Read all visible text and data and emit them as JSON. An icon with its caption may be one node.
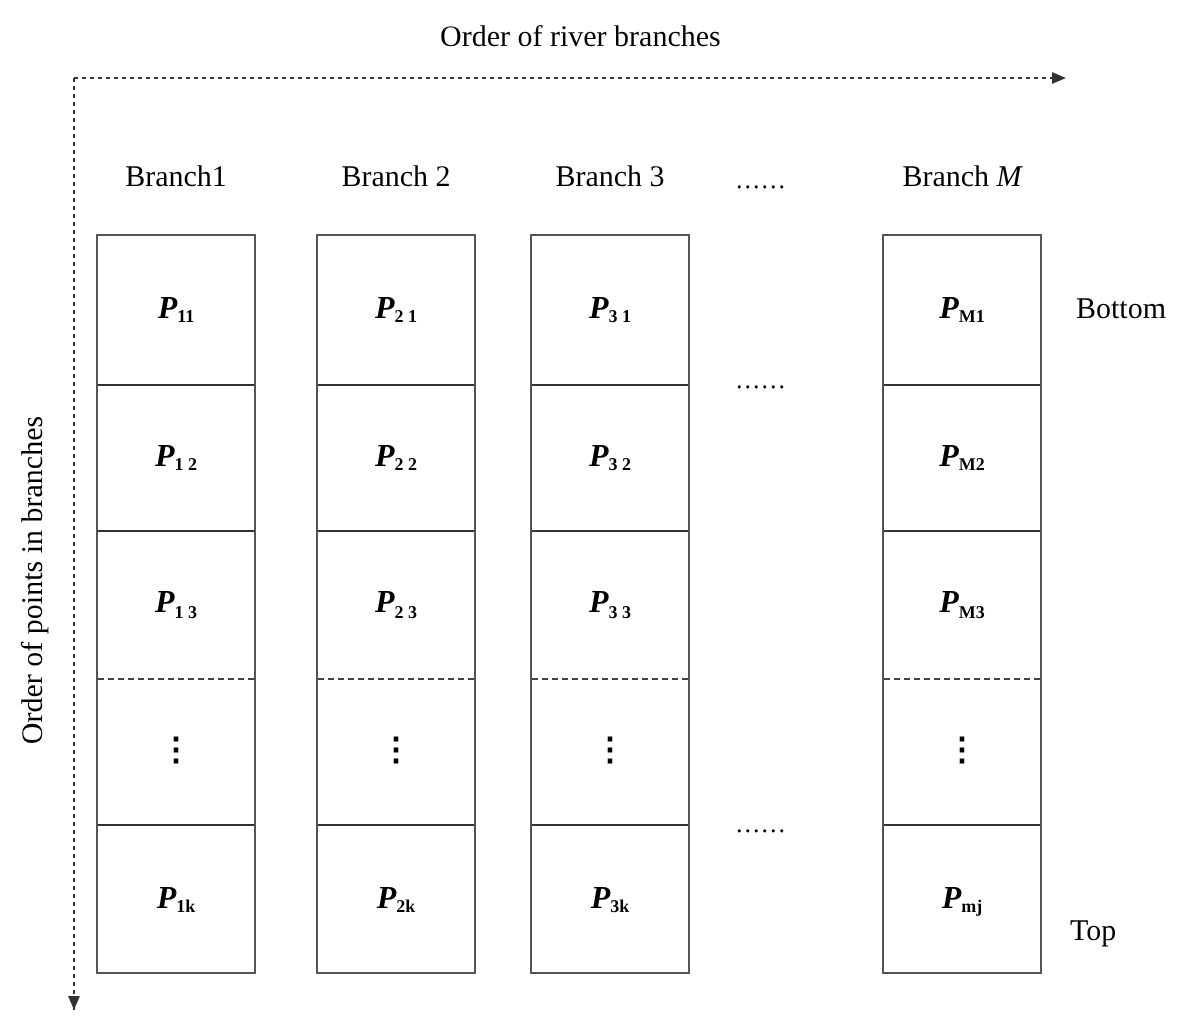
{
  "diagram": {
    "nodes": [
      {
        "text": [
          "Branch1"
        ]
      },
      {
        "text": [
          "*P*$_{11}$"
        ],
        "in": 0
      },
      {
        "text": [
          "*P*$_{1 2}$"
        ],
        "in": 0
      },
      {
        "text": [
          "*P*$_{1 3}$"
        ],
        "in": 0
      },
      {
        "text": [
          "⋮"
        ],
        "in": 0
      },
      {
        "text": [
          "*P*$_{1k}$"
        ],
        "in": 0
      },
      {
        "text": [
          "Branch 2"
        ]
      },
      {
        "text": [
          "*P*$_{2 1}$"
        ],
        "in": 6
      },
      {
        "text": [
          "*P*$_{2 2}$"
        ],
        "in": 6
      },
      {
        "text": [
          "*P*$_{2 3}$"
        ],
        "in": 6
      },
      {
        "text": [
          "⋮"
        ],
        "in": 6
      },
      {
        "text": [
          "*P*$_{2k}$"
        ],
        "in": 6
      },
      {
        "text": [
          "Branch 3"
        ]
      },
      {
        "text": [
          "*P*$_{3 1}$"
        ],
        "in": 12
      },
      {
        "text": [
          "*P*$_{3 2}$"
        ],
        "in": 12
      },
      {
        "text": [
          "*P*$_{3 3}$"
        ],
        "in": 12
      },
      {
        "text": [
          "⋮"
        ],
        "in": 12
      },
      {
        "text": [
          "*P*$_{3k}$"
        ],
        "in": 12
      },
      {
        "text": [
          "Branch *M*"
        ]
      },
      {
        "text": [
          "*P*$_{M1}$"
        ],
        "in": 18
      },
      {
        "text": [
          "*P*$_{M2}$"
        ],
        "in": 18
      },
      {
        "text": [
          "*P*$_{M3}$"
        ],
        "in": 18
      },
      {
        "text": [
          "⋮"
        ],
        "in": 18
      },
      {
        "text": [
          "*P*$_{mj}$"
        ],
        "in": 18
      }
    ],
    "labels": [
      "Order of river branches",
      "......",
      "Order of points in branches",
      "......",
      "Bottom",
      "......",
      "Top"
    ]
  }
}
